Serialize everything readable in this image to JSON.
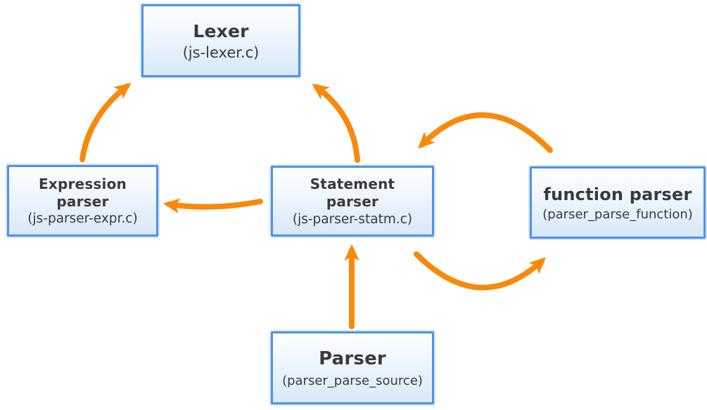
{
  "diagram": {
    "type": "flow-diagram",
    "colors": {
      "arrow": "#F8890B",
      "node_border": "#4E92E8",
      "node_fill_top": "#FEFFFF",
      "node_fill_bottom": "#D9E8F9",
      "text": "#3A3A3C",
      "background": "#FFFFFF"
    },
    "nodes": {
      "lexer": {
        "title": "Lexer",
        "subtitle": "(js-lexer.c)"
      },
      "expression": {
        "title_lines": [
          "Expression",
          "parser"
        ],
        "subtitle": "(js-parser-expr.c)"
      },
      "statement": {
        "title_lines": [
          "Statement",
          "parser"
        ],
        "subtitle": "(js-parser-statm.c)"
      },
      "function_parser": {
        "title": "function parser",
        "subtitle": "(parser_parse_function)"
      },
      "parser": {
        "title": "Parser",
        "subtitle": "(parser_parse_source)"
      }
    },
    "edges": [
      {
        "from": "Expression parser",
        "to": "Lexer"
      },
      {
        "from": "Statement parser",
        "to": "Lexer"
      },
      {
        "from": "Statement parser",
        "to": "Expression parser"
      },
      {
        "from": "function parser",
        "to": "Statement parser"
      },
      {
        "from": "Statement parser",
        "to": "function parser"
      },
      {
        "from": "Parser",
        "to": "Statement parser"
      }
    ]
  }
}
